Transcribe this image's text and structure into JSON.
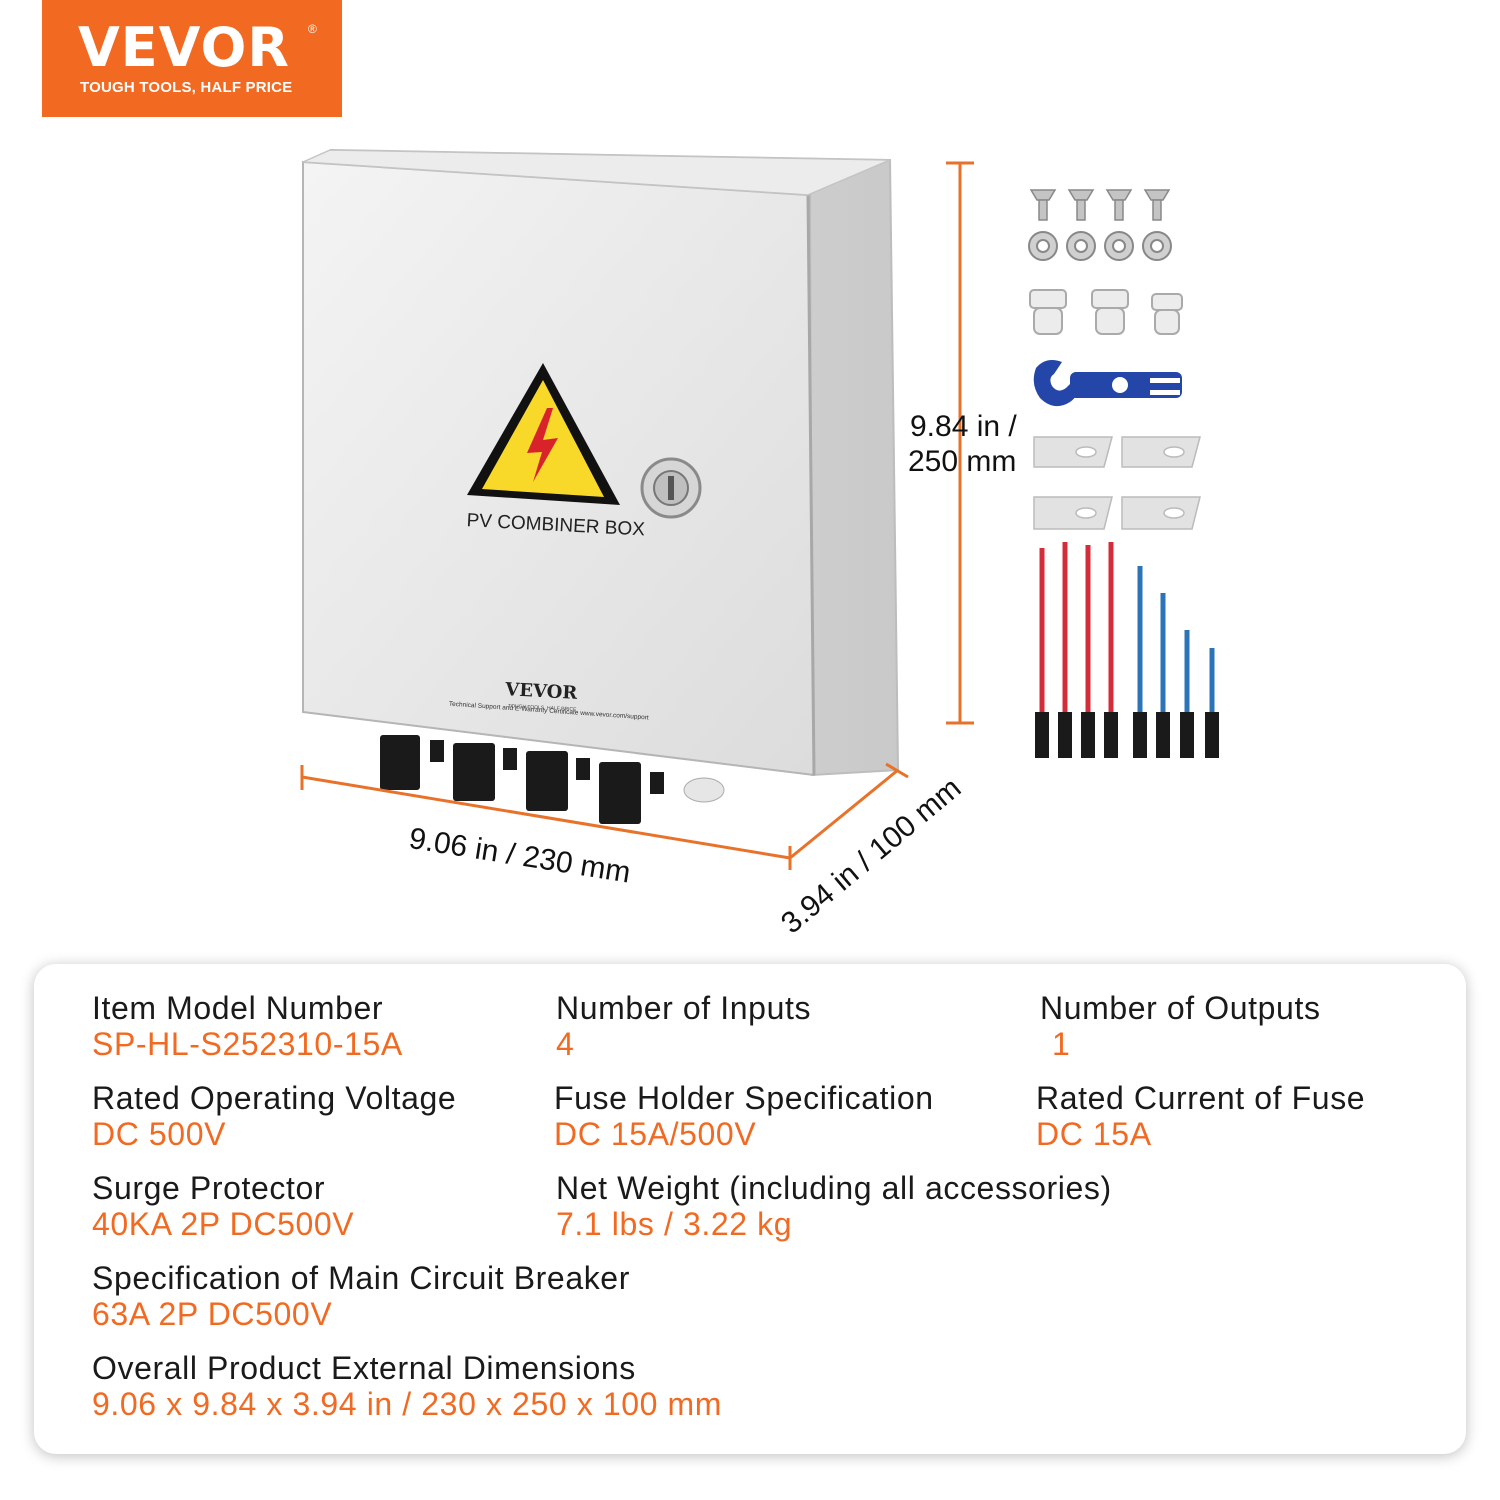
{
  "brand": {
    "name": "VEVOR",
    "registered_mark": "®",
    "tagline": "TOUGH TOOLS, HALF PRICE",
    "color": "#f26a21"
  },
  "product_label": {
    "title": "PV COMBINER BOX",
    "door_brand": "VEVOR",
    "door_brand_tagline": "TOUGH TOOLS, HALF PRICE",
    "support_text": "Technical Support and E-Warranty Certificate www.vevor.com/support"
  },
  "dimensions": {
    "width": "9.06 in / 230 mm",
    "height_line1": "9.84 in /",
    "height_line2": "250 mm",
    "depth": "3.94 in / 100 mm",
    "line_color": "#e8722a"
  },
  "accessories": [
    "screw-icon",
    "washer-icon",
    "cable-gland-icon",
    "spanner-wrench-icon",
    "mounting-bracket-icon",
    "red-cable-icon",
    "blue-cable-icon"
  ],
  "specs": {
    "model": {
      "label": "Item Model Number",
      "value": "SP-HL-S252310-15A"
    },
    "inputs": {
      "label": "Number of Inputs",
      "value": "4"
    },
    "outputs": {
      "label": "Number of Outputs",
      "value": "1"
    },
    "voltage": {
      "label": "Rated Operating Voltage",
      "value": "DC 500V"
    },
    "fuse_holder": {
      "label": "Fuse Holder Specification",
      "value": "DC 15A/500V"
    },
    "fuse_current": {
      "label": "Rated Current of Fuse",
      "value": "DC 15A"
    },
    "surge": {
      "label": "Surge Protector",
      "value": "40KA 2P DC500V"
    },
    "weight": {
      "label": "Net Weight (including all accessories)",
      "value": "7.1 lbs / 3.22 kg"
    },
    "breaker": {
      "label": "Specification of Main Circuit Breaker",
      "value": "63A 2P DC500V"
    },
    "overall": {
      "label": "Overall Product External Dimensions",
      "value": "9.06 x 9.84 x 3.94 in / 230 x 250 x 100 mm"
    }
  }
}
